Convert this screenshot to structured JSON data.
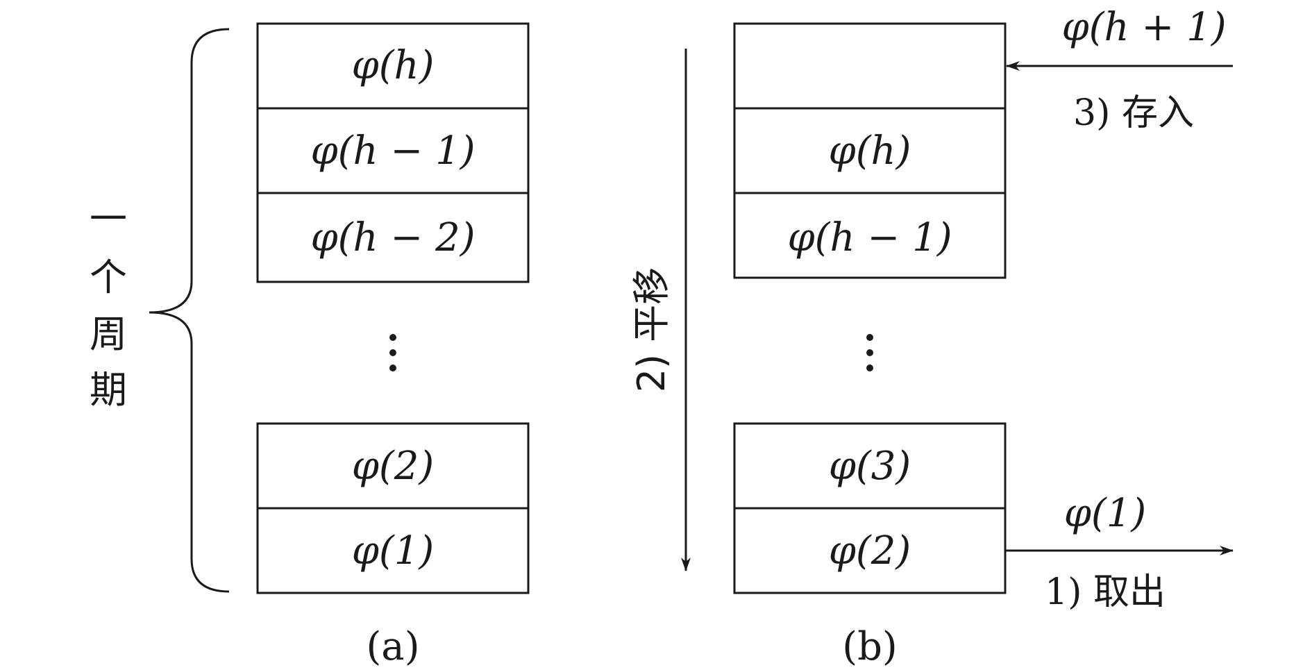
{
  "panel_a": {
    "caption": "(a)",
    "top_cells": [
      "φ(h)",
      "φ(h − 1)",
      "φ(h − 2)"
    ],
    "bottom_cells": [
      "φ(2)",
      "φ(1)"
    ],
    "brace_label": "一个周期"
  },
  "panel_b": {
    "caption": "(b)",
    "top_cells": [
      "",
      "φ(h)",
      "φ(h − 1)"
    ],
    "bottom_cells": [
      "φ(3)",
      "φ(2)"
    ],
    "shift_label": "2) 平移",
    "store_label": "3) 存入",
    "store_value": "φ(h + 1)",
    "take_label": "1) 取出",
    "take_value": "φ(1)"
  }
}
